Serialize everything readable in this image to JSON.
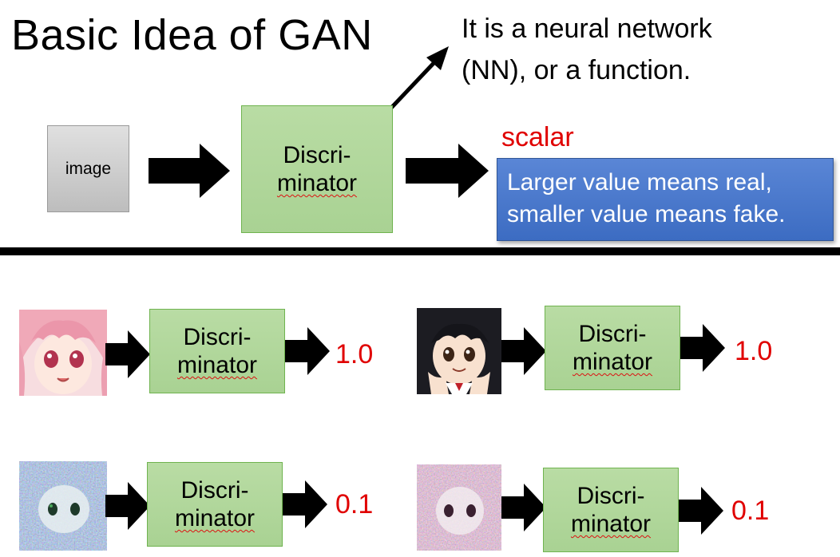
{
  "title": "Basic Idea of GAN",
  "note": {
    "line1": "It is a neural network",
    "line2": "(NN), or a function."
  },
  "input_label": "image",
  "discriminator": {
    "line1": "Discri-",
    "line2": "minator"
  },
  "output_label": "scalar",
  "explanation": {
    "line1": "Larger value means real,",
    "line2": "smaller value means fake."
  },
  "examples": [
    {
      "kind": "real-anime-pink-hair",
      "score": "1.0"
    },
    {
      "kind": "real-anime-black-hair",
      "score": "1.0"
    },
    {
      "kind": "generated-noisy",
      "score": "0.1"
    },
    {
      "kind": "generated-noisy",
      "score": "0.1"
    }
  ],
  "colors": {
    "discriminator_fill": "#b9dca4",
    "discriminator_border": "#6fb34f",
    "explanation_fill": "#4472c4",
    "score_text": "#e00000",
    "arrow": "#000000"
  }
}
